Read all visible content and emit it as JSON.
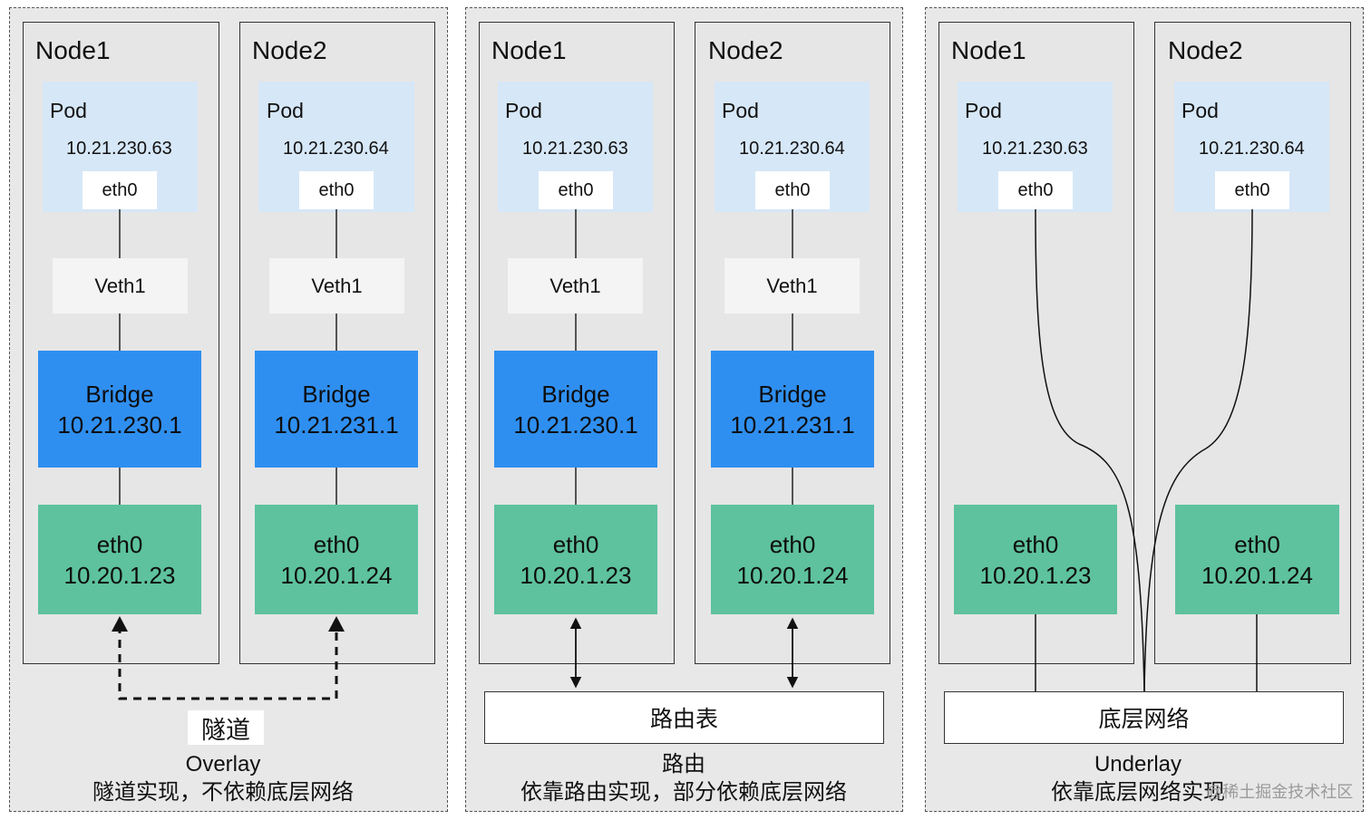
{
  "panels": [
    {
      "nodes": [
        {
          "title": "Node1",
          "pod_label": "Pod",
          "pod_ip": "10.21.230.63",
          "pod_eth": "eth0",
          "veth": "Veth1",
          "bridge_name": "Bridge",
          "bridge_ip": "10.21.230.1",
          "eth_name": "eth0",
          "eth_ip": "10.20.1.23"
        },
        {
          "title": "Node2",
          "pod_label": "Pod",
          "pod_ip": "10.21.230.64",
          "pod_eth": "eth0",
          "veth": "Veth1",
          "bridge_name": "Bridge",
          "bridge_ip": "10.21.231.1",
          "eth_name": "eth0",
          "eth_ip": "10.20.1.24"
        }
      ],
      "link_label": "隧道",
      "caption_title": "Overlay",
      "caption_desc": "隧道实现，不依赖底层网络"
    },
    {
      "nodes": [
        {
          "title": "Node1",
          "pod_label": "Pod",
          "pod_ip": "10.21.230.63",
          "pod_eth": "eth0",
          "veth": "Veth1",
          "bridge_name": "Bridge",
          "bridge_ip": "10.21.230.1",
          "eth_name": "eth0",
          "eth_ip": "10.20.1.23"
        },
        {
          "title": "Node2",
          "pod_label": "Pod",
          "pod_ip": "10.21.230.64",
          "pod_eth": "eth0",
          "veth": "Veth1",
          "bridge_name": "Bridge",
          "bridge_ip": "10.21.231.1",
          "eth_name": "eth0",
          "eth_ip": "10.20.1.24"
        }
      ],
      "link_label": "路由表",
      "caption_title": "路由",
      "caption_desc": "依靠路由实现，部分依赖底层网络"
    },
    {
      "nodes": [
        {
          "title": "Node1",
          "pod_label": "Pod",
          "pod_ip": "10.21.230.63",
          "pod_eth": "eth0",
          "eth_name": "eth0",
          "eth_ip": "10.20.1.23"
        },
        {
          "title": "Node2",
          "pod_label": "Pod",
          "pod_ip": "10.21.230.64",
          "pod_eth": "eth0",
          "eth_name": "eth0",
          "eth_ip": "10.20.1.24"
        }
      ],
      "link_label": "底层网络",
      "caption_title": "Underlay",
      "caption_desc": "依靠底层网络实现"
    }
  ],
  "watermark": "@稀土掘金技术社区",
  "colors": {
    "pod_bg": "#d6e7f7",
    "bridge": "#2f8ff0",
    "eth": "#5ec29e",
    "panel_bg": "#e8e8e8"
  }
}
